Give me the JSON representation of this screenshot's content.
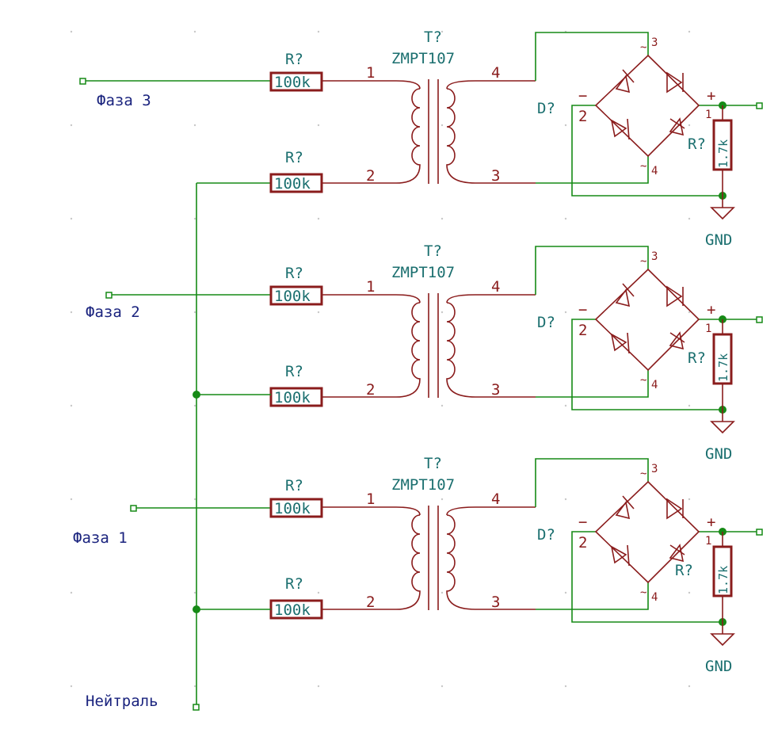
{
  "nets": {
    "phase3": "Фаза 3",
    "phase2": "Фаза 2",
    "phase1": "Фаза 1",
    "neutral": "Нейтраль"
  },
  "stages": [
    {
      "transformer": {
        "ref": "T?",
        "value": "ZMPT107",
        "pins": {
          "p1": "1",
          "p2": "2",
          "p3": "3",
          "p4": "4"
        }
      },
      "resistor_top": {
        "ref": "R?",
        "value": "100k"
      },
      "resistor_bottom": {
        "ref": "R?",
        "value": "100k"
      },
      "bridge": {
        "ref": "D?",
        "pins": {
          "top": "3",
          "left": "2",
          "right": "1",
          "bottom": "4"
        },
        "minus": "−",
        "plus": "+",
        "ac_top": "~",
        "ac_bottom": "~"
      },
      "load": {
        "ref": "R?",
        "value": "1.7k"
      },
      "ground": "GND"
    },
    {
      "transformer": {
        "ref": "T?",
        "value": "ZMPT107",
        "pins": {
          "p1": "1",
          "p2": "2",
          "p3": "3",
          "p4": "4"
        }
      },
      "resistor_top": {
        "ref": "R?",
        "value": "100k"
      },
      "resistor_bottom": {
        "ref": "R?",
        "value": "100k"
      },
      "bridge": {
        "ref": "D?",
        "pins": {
          "top": "3",
          "left": "2",
          "right": "1",
          "bottom": "4"
        },
        "minus": "−",
        "plus": "+",
        "ac_top": "~",
        "ac_bottom": "~"
      },
      "load": {
        "ref": "R?",
        "value": "1.7k"
      },
      "ground": "GND"
    },
    {
      "transformer": {
        "ref": "T?",
        "value": "ZMPT107",
        "pins": {
          "p1": "1",
          "p2": "2",
          "p3": "3",
          "p4": "4"
        }
      },
      "resistor_top": {
        "ref": "R?",
        "value": "100k"
      },
      "resistor_bottom": {
        "ref": "R?",
        "value": "100k"
      },
      "bridge": {
        "ref": "D?",
        "pins": {
          "top": "3",
          "left": "2",
          "right": "1",
          "bottom": "4"
        },
        "minus": "−",
        "plus": "+",
        "ac_top": "~",
        "ac_bottom": "~"
      },
      "load": {
        "ref": "R?",
        "value": "1.7k"
      },
      "ground": "GND"
    }
  ],
  "colors": {
    "wire": "#168a16",
    "component": "#8a1c1c",
    "label": "#1b6f6f",
    "net_label": "#1a237e"
  }
}
